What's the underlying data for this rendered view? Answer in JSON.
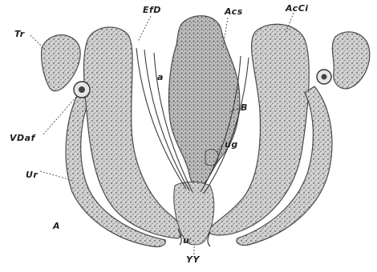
{
  "figure": {
    "labels": {
      "tr": "Tr",
      "efd": "EfD",
      "acs": "Acs",
      "acci": "AcCi",
      "a": "a",
      "b": "B",
      "ug": "ug",
      "vdaf": "VDaf",
      "ur": "Ur",
      "ab": "A",
      "u": "u",
      "yy": "YY"
    },
    "colors": {
      "tissue": "#c9c9c9",
      "outline": "#4a4a4a",
      "ink": "#1f1f1f",
      "background": "#ffffff"
    }
  }
}
